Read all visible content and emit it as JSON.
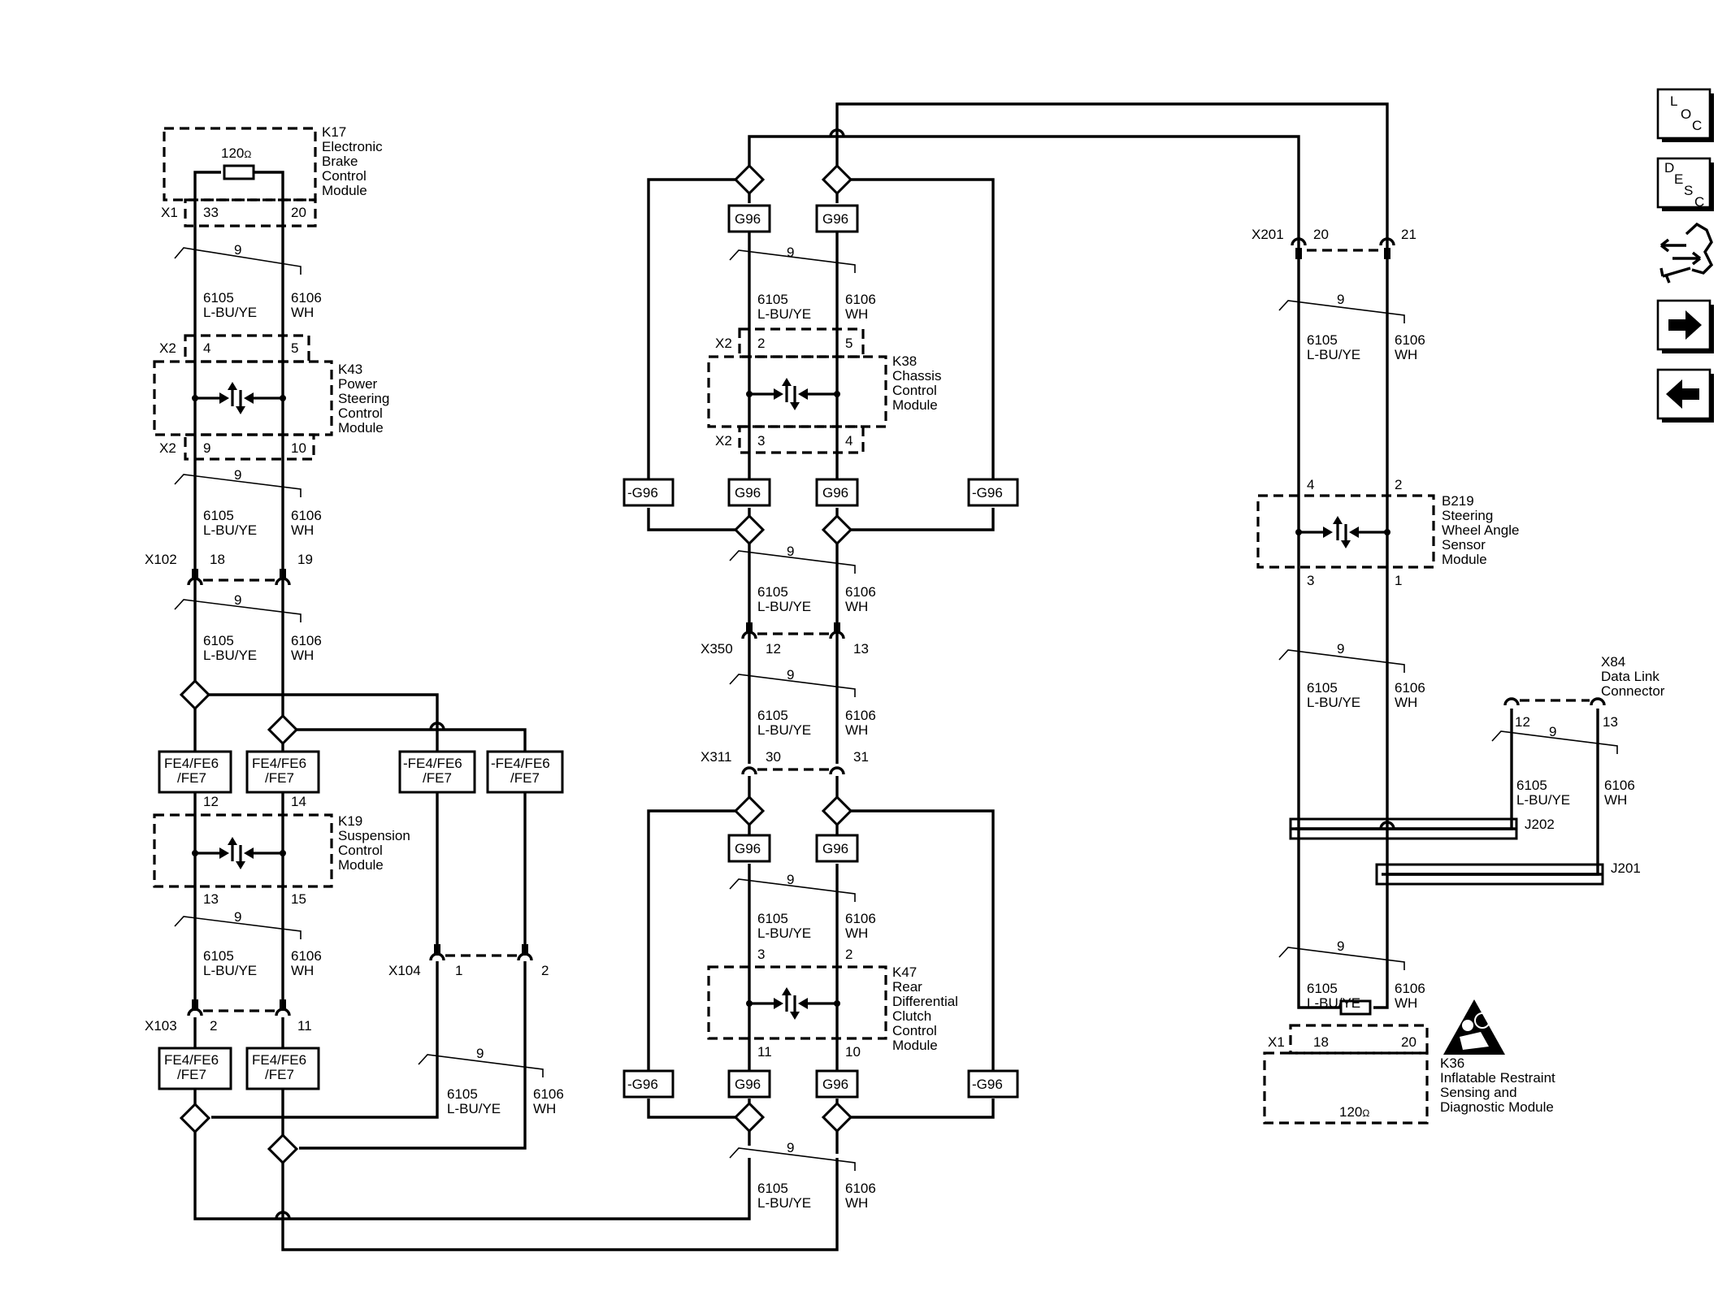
{
  "nav": {
    "loc": [
      "L",
      "O",
      "C"
    ],
    "desc": [
      "D",
      "E",
      "S",
      "C"
    ]
  },
  "w": {
    "a": "6105",
    "ac": "L-BU/YE",
    "b": "6106",
    "bc": "WH",
    "t": "9"
  },
  "tags": {
    "g96": "G96",
    "ng96": "-G96",
    "fe1": "FE4/FE6",
    "fe2": "/FE7",
    "nfe1": "-FE4/FE6",
    "nfe2": "/FE7"
  },
  "res": "120",
  "ohm": "Ω",
  "k17": {
    "id": "K17",
    "n": [
      "Electronic",
      "Brake",
      "Control",
      "Module"
    ],
    "x": "X1",
    "p1": "33",
    "p2": "20"
  },
  "k43": {
    "id": "K43",
    "n": [
      "Power",
      "Steering",
      "Control",
      "Module"
    ],
    "xa": "X2",
    "pa1": "4",
    "pa2": "5",
    "xb": "X2",
    "pb1": "9",
    "pb2": "10"
  },
  "x102": {
    "id": "X102",
    "p1": "18",
    "p2": "19"
  },
  "k19": {
    "id": "K19",
    "n": [
      "Suspension",
      "Control",
      "Module"
    ],
    "pa1": "12",
    "pa2": "14",
    "pb1": "13",
    "pb2": "15"
  },
  "x103": {
    "id": "X103",
    "p1": "2",
    "p2": "11"
  },
  "x104": {
    "id": "X104",
    "p1": "1",
    "p2": "2"
  },
  "k38": {
    "id": "K38",
    "n": [
      "Chassis",
      "Control",
      "Module"
    ],
    "xa": "X2",
    "pa1": "2",
    "pa2": "5",
    "xb": "X2",
    "pb1": "3",
    "pb2": "4"
  },
  "x350": {
    "id": "X350",
    "p1": "12",
    "p2": "13"
  },
  "x311": {
    "id": "X311",
    "p1": "30",
    "p2": "31"
  },
  "k47": {
    "id": "K47",
    "n": [
      "Rear",
      "Differential",
      "Clutch",
      "Control",
      "Module"
    ],
    "pa1": "3",
    "pa2": "2",
    "pb1": "11",
    "pb2": "10"
  },
  "x201": {
    "id": "X201",
    "p1": "20",
    "p2": "21"
  },
  "b219": {
    "id": "B219",
    "n": [
      "Steering",
      "Wheel Angle",
      "Sensor",
      "Module"
    ],
    "pa1": "4",
    "pa2": "2",
    "pb1": "3",
    "pb2": "1"
  },
  "x84": {
    "id": "X84",
    "n": [
      "Data Link",
      "Connector"
    ],
    "p1": "12",
    "p2": "13"
  },
  "j202": "J202",
  "j201": "J201",
  "k36": {
    "id": "K36",
    "n": [
      "Inflatable Restraint",
      "Sensing and",
      "Diagnostic Module"
    ],
    "x": "X1",
    "p1": "18",
    "p2": "20"
  }
}
